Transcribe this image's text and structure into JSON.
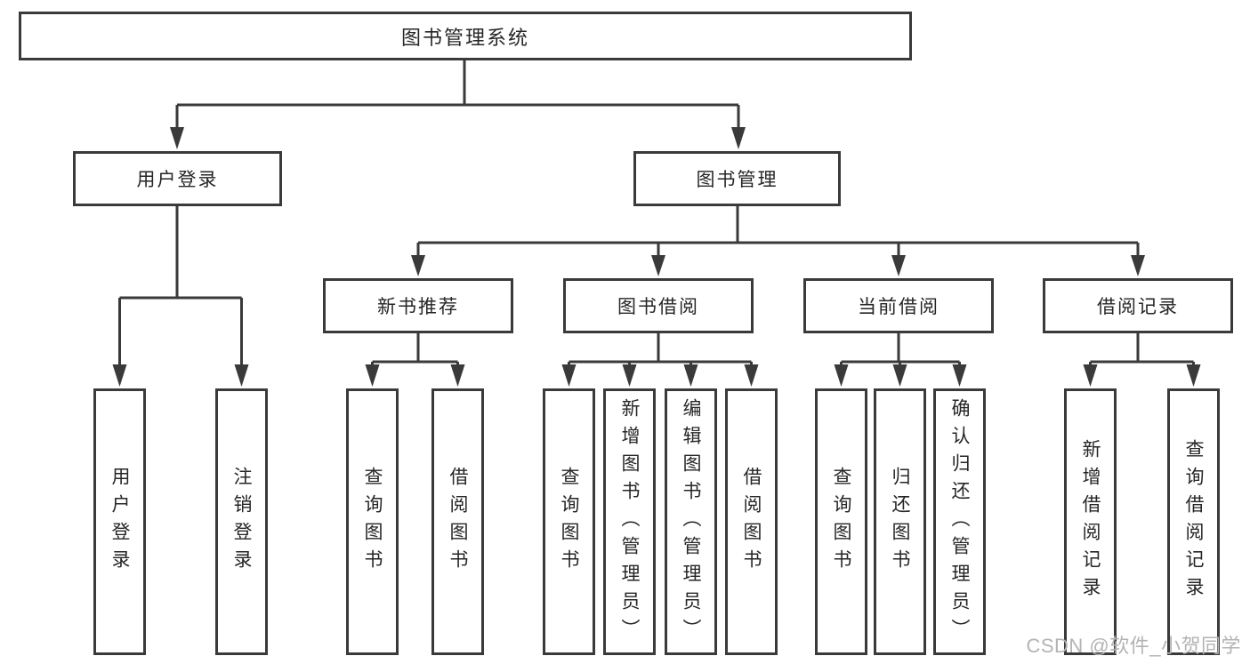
{
  "tree": {
    "root": {
      "label": "图书管理系统"
    },
    "level2": [
      {
        "label": "用户登录"
      },
      {
        "label": "图书管理"
      }
    ],
    "level3": [
      {
        "label": "新书推荐"
      },
      {
        "label": "图书借阅"
      },
      {
        "label": "当前借阅"
      },
      {
        "label": "借阅记录"
      }
    ],
    "leaves": {
      "user_login": [
        {
          "label": "用户登录"
        },
        {
          "label": "注销登录"
        }
      ],
      "new_book": [
        {
          "label": "查询图书"
        },
        {
          "label": "借阅图书"
        }
      ],
      "borrow": [
        {
          "label": "查询图书"
        },
        {
          "label": "新增图书（管理员）"
        },
        {
          "label": "编辑图书（管理员）"
        },
        {
          "label": "借阅图书"
        }
      ],
      "current": [
        {
          "label": "查询图书"
        },
        {
          "label": "归还图书"
        },
        {
          "label": "确认归还（管理员）"
        }
      ],
      "records": [
        {
          "label": "新增借阅记录"
        },
        {
          "label": "查询借阅记录"
        }
      ]
    }
  },
  "watermark": {
    "text": "CSDN @软件_小贺同学"
  },
  "colors": {
    "line": "#3a3a3a",
    "text": "#262626",
    "watermark": "#b3b3b3",
    "background": "#ffffff"
  }
}
